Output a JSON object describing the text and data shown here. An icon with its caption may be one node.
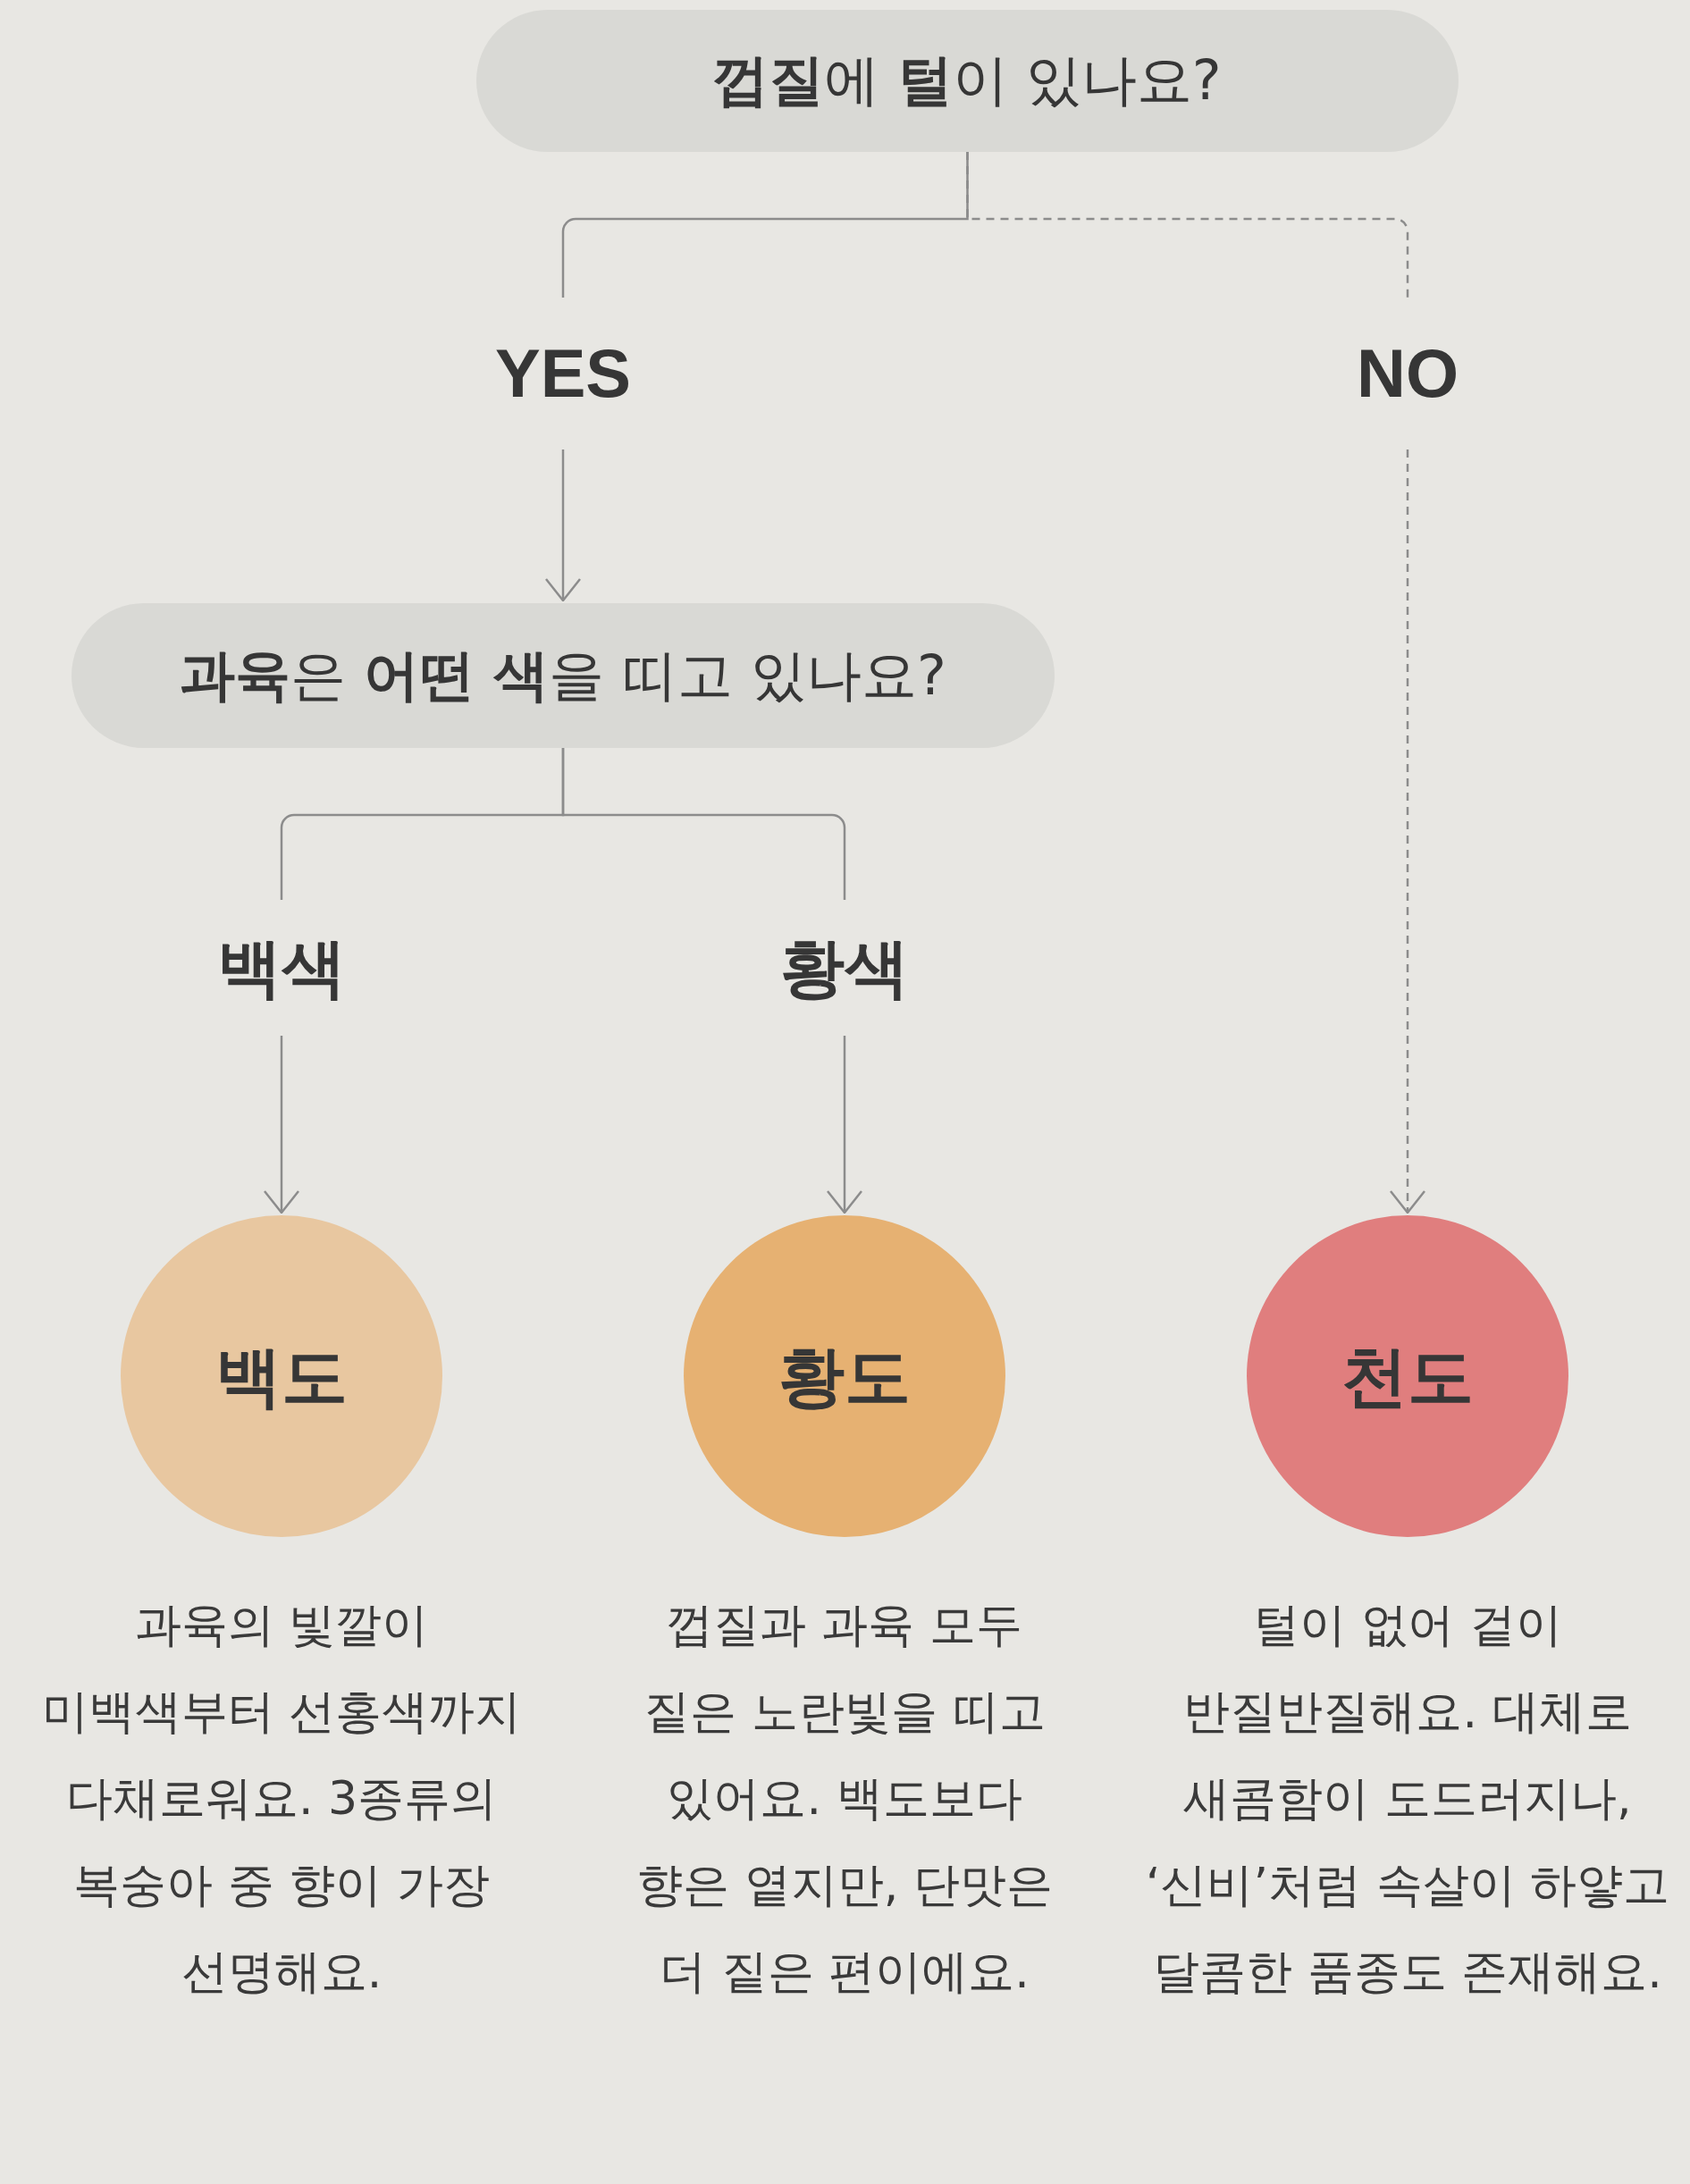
{
  "diagram": {
    "nodes": [
      {
        "text": [
          "**껍질**에 **털**이 있나요?"
        ]
      },
      {
        "text": [
          "YES"
        ]
      },
      {
        "text": [
          "NO"
        ]
      },
      {
        "text": [
          "**과육**은 **어떤 색**을 띠고 있나요?"
        ]
      },
      {
        "text": [
          "백색"
        ]
      },
      {
        "text": [
          "황색"
        ]
      },
      {
        "text": [
          "백도"
        ],
        "beside": [
          "과육의 빛깔이 미백색부터 선홍색까지 다채로워요. 3종류의 복숭아 중 향이 가장 선명해요."
        ]
      },
      {
        "text": [
          "황도"
        ],
        "beside": [
          "껍질과 과육 모두 짙은 노란빛을 띠고 있어요. 백도보다 향은 옅지만, 단맛은 더 짙은 편이에요."
        ]
      },
      {
        "text": [
          "천도"
        ],
        "beside": [
          "털이 없어 겉이 반질반질해요. 대체로 새콤함이 도드러지나, ‘신비’처럼 속살이 하얗고 달콤한 품종도 존재해요."
        ]
      }
    ],
    "edges": [
      {
        "from": 0,
        "to": 1,
        "arrow": "none"
      },
      {
        "from": 0,
        "to": 2,
        "arrow": "none",
        "style": "dashed"
      },
      {
        "from": 1,
        "to": 3,
        "arrow": "to"
      },
      {
        "from": 2,
        "to": 8,
        "arrow": "to",
        "style": "dashed"
      },
      {
        "from": 3,
        "to": 4,
        "arrow": "none"
      },
      {
        "from": 3,
        "to": 5,
        "arrow": "none"
      },
      {
        "from": 4,
        "to": 6,
        "arrow": "to"
      },
      {
        "from": 5,
        "to": 7,
        "arrow": "to"
      }
    ]
  }
}
